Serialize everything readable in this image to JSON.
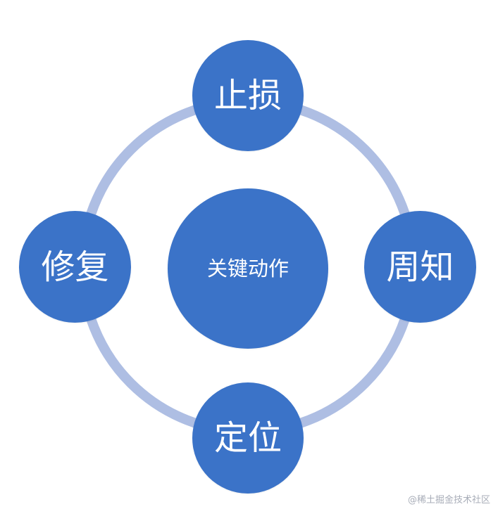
{
  "diagram": {
    "center_label": "关键动作",
    "top_label": "止损",
    "right_label": "周知",
    "bottom_label": "定位",
    "left_label": "修复"
  },
  "watermark": "@稀土掘金技术社区",
  "colors": {
    "node_fill": "#3b73c8",
    "ring_stroke": "#aebee3",
    "node_text": "#ffffff",
    "watermark_text": "#a8adb8"
  }
}
